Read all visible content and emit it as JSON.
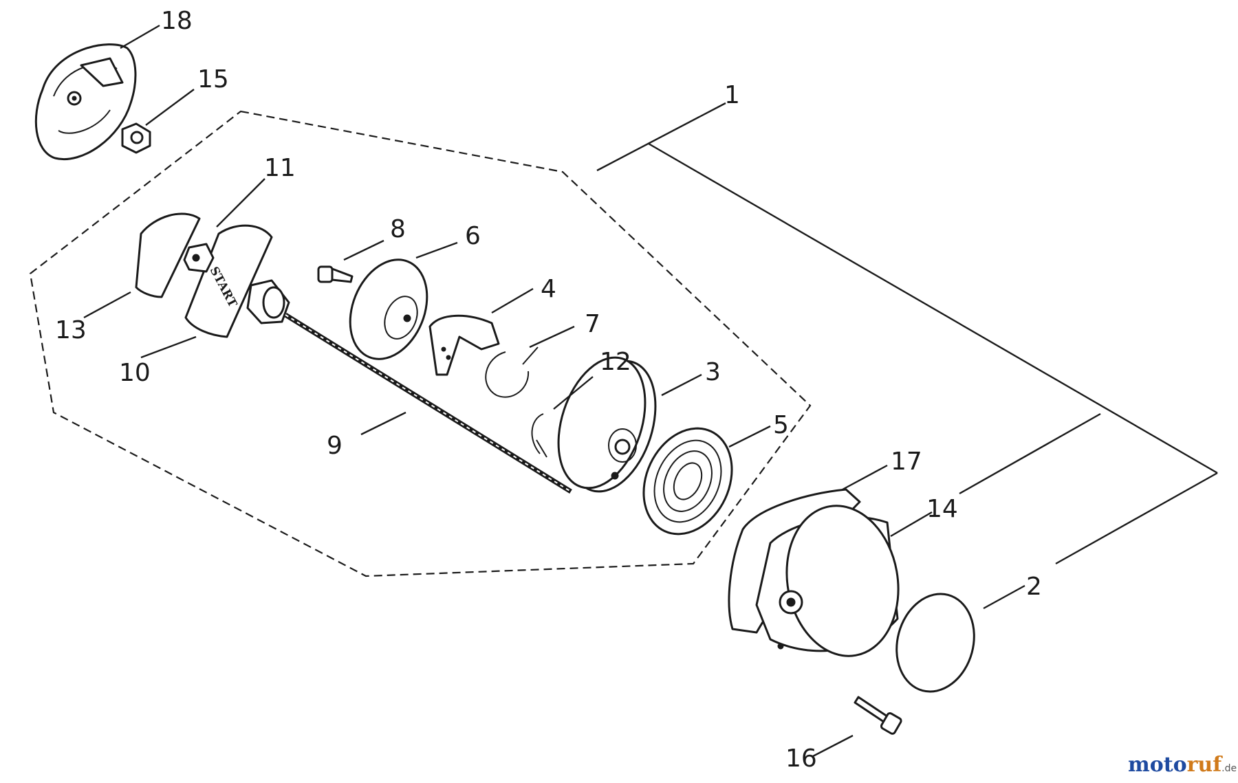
{
  "callouts": {
    "n1": "1",
    "n2": "2",
    "n3": "3",
    "n4": "4",
    "n5": "5",
    "n6": "6",
    "n7": "7",
    "n8": "8",
    "n9": "9",
    "n10": "10",
    "n11": "11",
    "n12": "12",
    "n13": "13",
    "n14": "14",
    "n15": "15",
    "n16": "16",
    "n17": "17",
    "n18": "18"
  },
  "handle_text": "START",
  "watermark": {
    "brand": "moto",
    "brand_accent": "ruf",
    "tld": ".de"
  }
}
